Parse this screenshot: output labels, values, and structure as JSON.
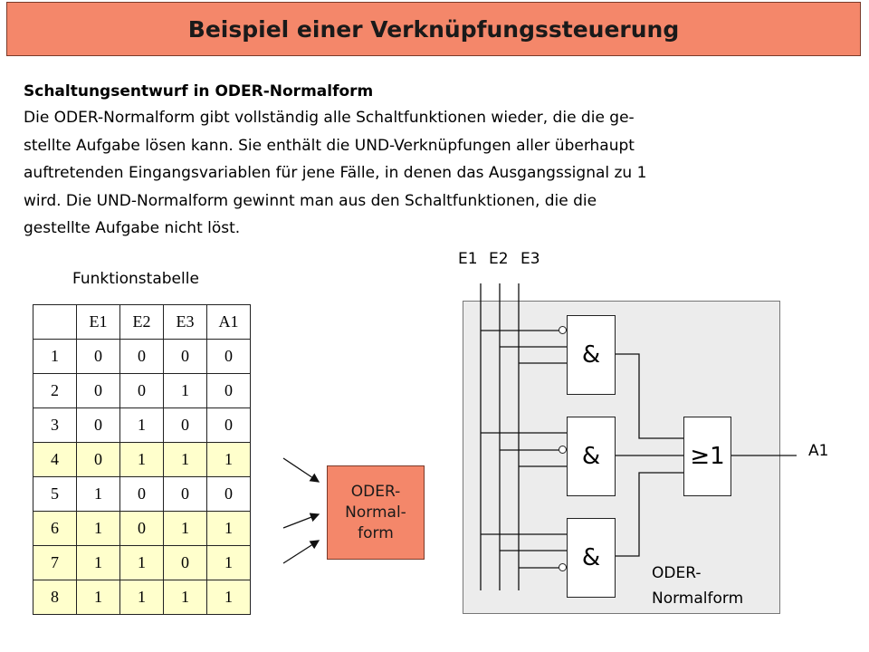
{
  "header": {
    "title": "Beispiel einer Verknüpfungssteuerung"
  },
  "section": {
    "heading": "Schaltungsentwurf in ODER-Normalform",
    "lines": [
      "Die ODER-Normalform gibt vollständig alle Schaltfunktionen wieder, die die ge-",
      "stellte Aufgabe lösen kann. Sie enthält die UND-Verknüpfungen aller überhaupt",
      "auftretenden Eingangsvariablen für jene Fälle, in denen das Ausgangssignal zu 1",
      "wird. Die UND-Normalform gewinnt man aus den Schaltfunktionen, die die",
      "gestellte Aufgabe nicht löst."
    ]
  },
  "truth_table": {
    "caption": "Funktionstabelle",
    "headers": [
      "",
      "E1",
      "E2",
      "E3",
      "A1"
    ],
    "rows": [
      [
        "1",
        "0",
        "0",
        "0",
        "0"
      ],
      [
        "2",
        "0",
        "0",
        "1",
        "0"
      ],
      [
        "3",
        "0",
        "1",
        "0",
        "0"
      ],
      [
        "4",
        "0",
        "1",
        "1",
        "1"
      ],
      [
        "5",
        "1",
        "0",
        "0",
        "0"
      ],
      [
        "6",
        "1",
        "0",
        "1",
        "1"
      ],
      [
        "7",
        "1",
        "1",
        "0",
        "1"
      ],
      [
        "8",
        "1",
        "1",
        "1",
        "1"
      ]
    ],
    "highlight_color": "#ffffcc"
  },
  "converter": {
    "lines": [
      "ODER-",
      "Normal-",
      "form"
    ],
    "color": "#f4876a"
  },
  "circuit": {
    "inputs": [
      "E1",
      "E2",
      "E3"
    ],
    "and_gate_symbol": "&",
    "or_gate_symbol": "≥1",
    "output": "A1",
    "label_lines": [
      "ODER-",
      "Normalform"
    ]
  }
}
